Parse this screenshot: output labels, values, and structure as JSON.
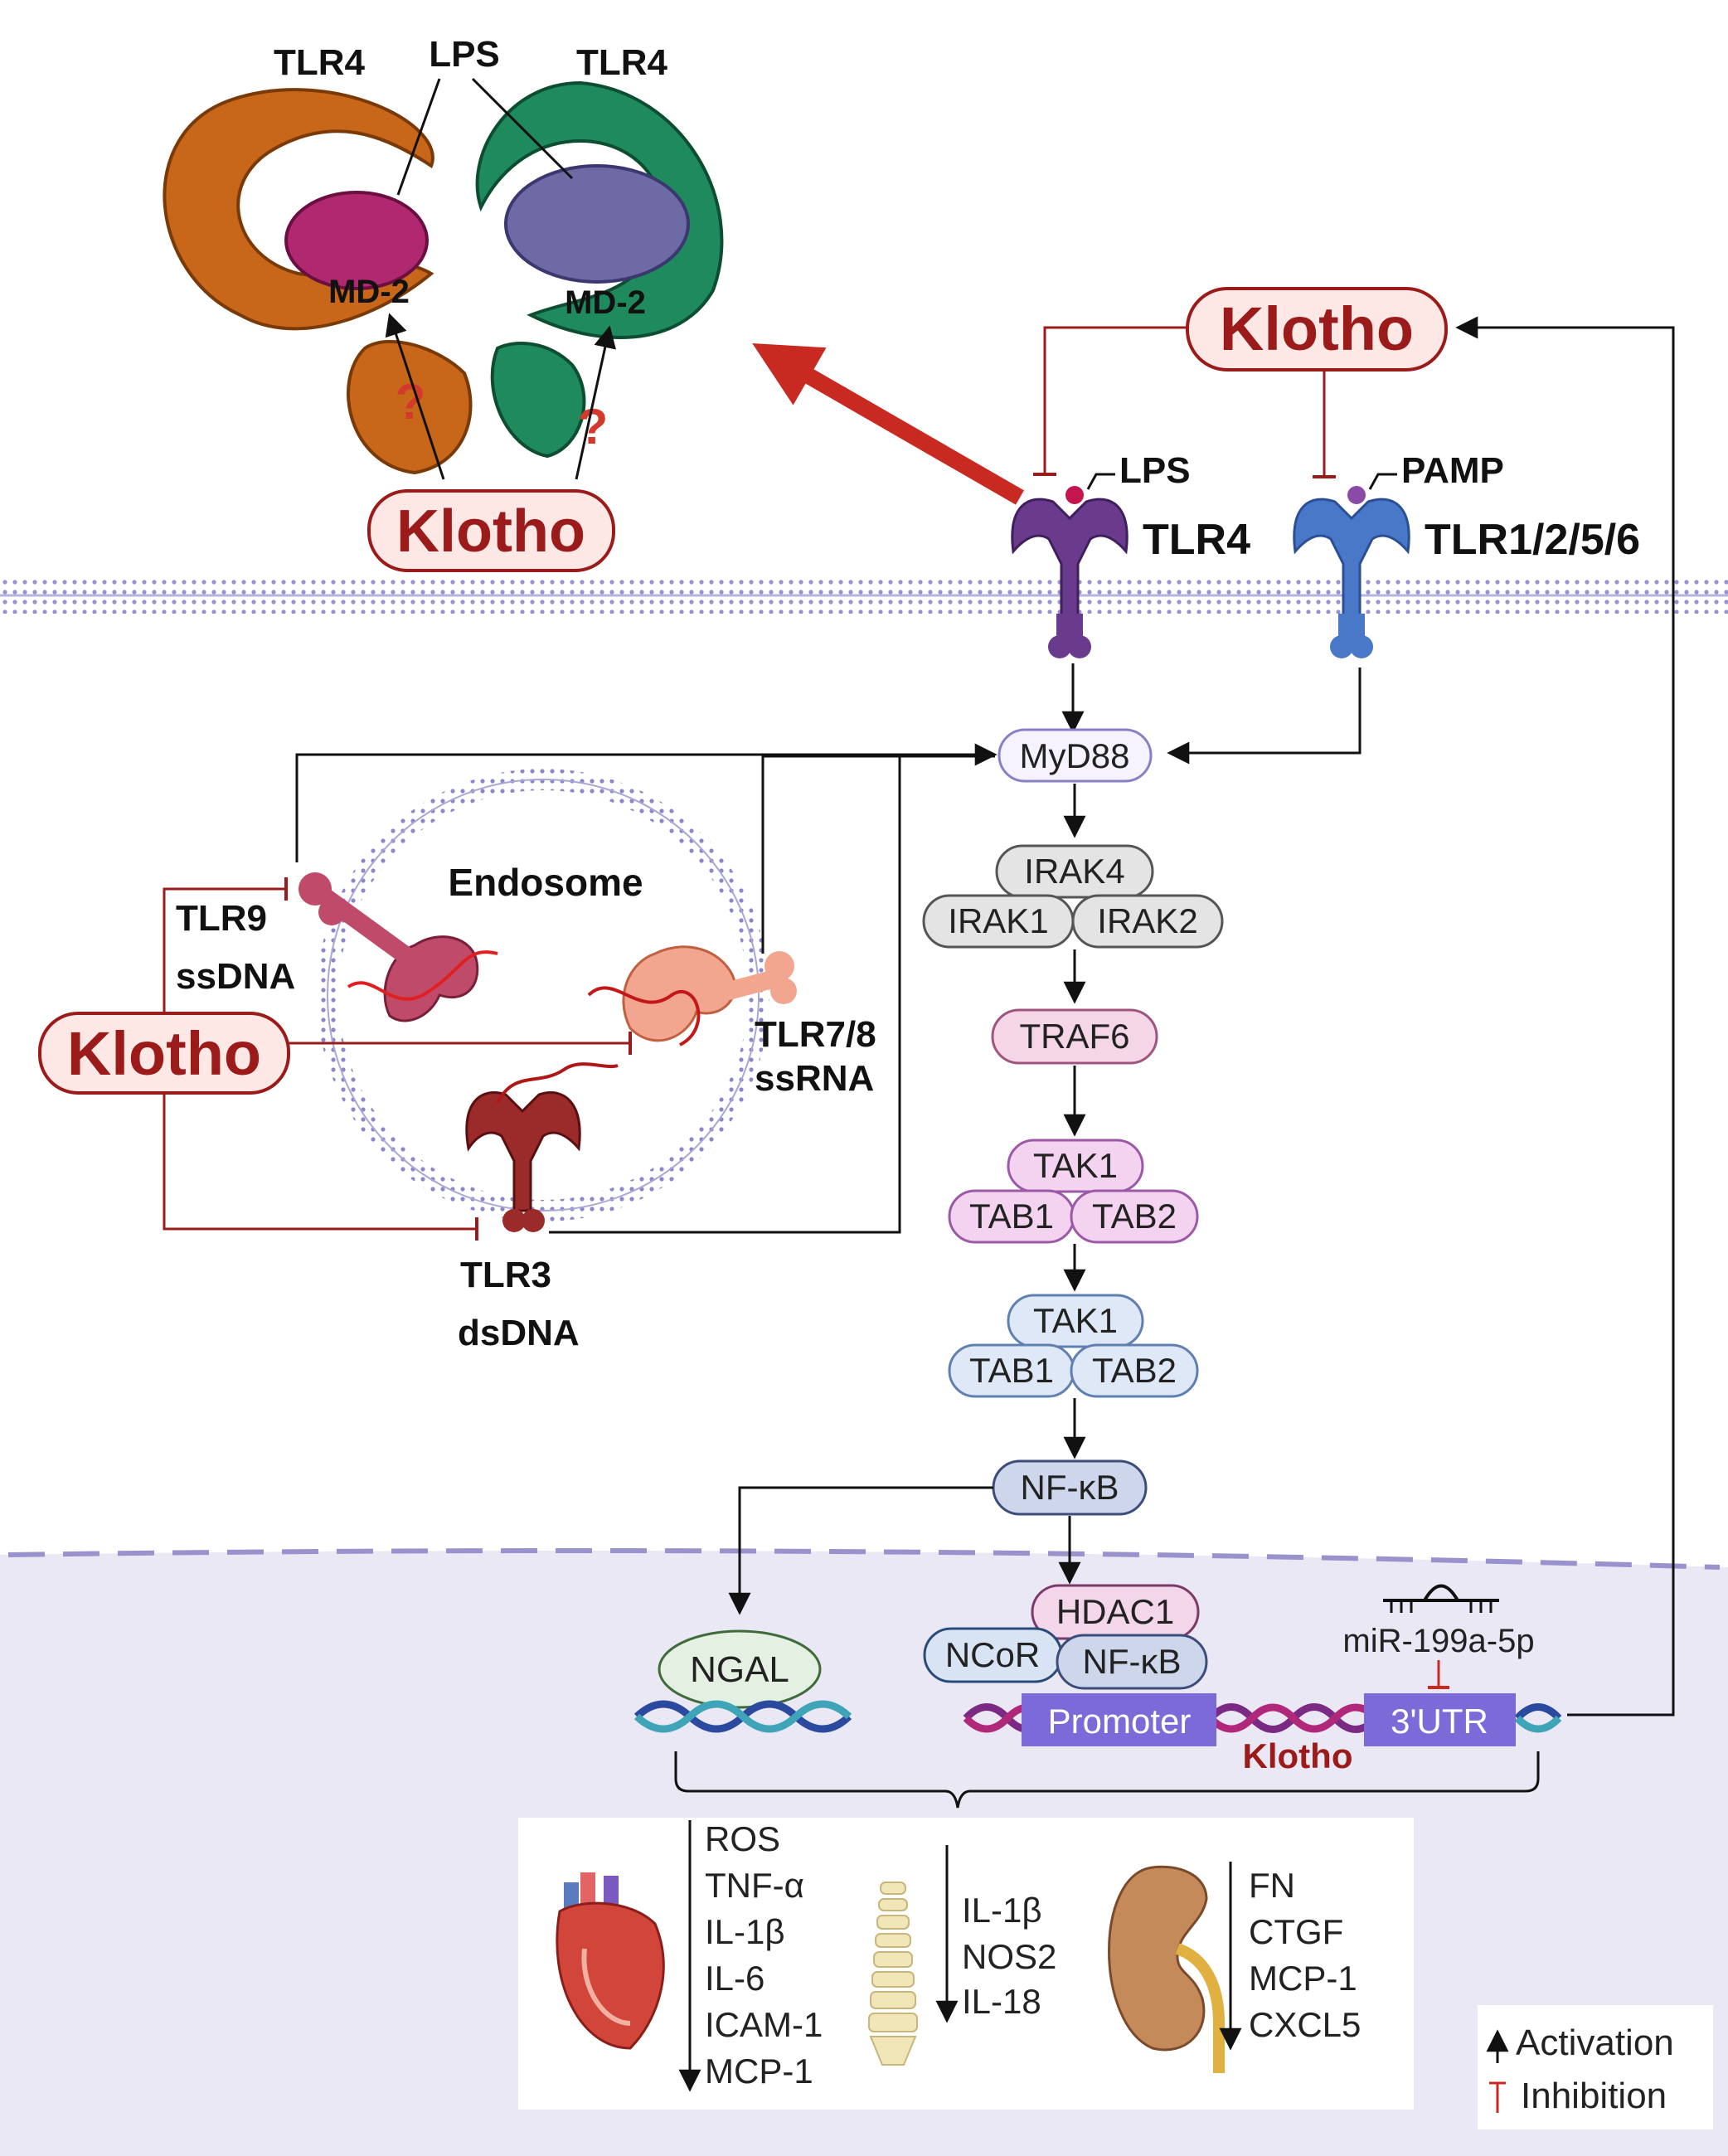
{
  "top_structure": {
    "tlr4_left": "TLR4",
    "lps": "LPS",
    "tlr4_right": "TLR4",
    "md2_left": "MD-2",
    "md2_right": "MD-2",
    "question": "?",
    "klotho": "Klotho"
  },
  "membrane_receptors": {
    "klotho": "Klotho",
    "lps": "LPS",
    "pamp": "PAMP",
    "tlr4": "TLR4",
    "tlr1256": "TLR1/2/5/6"
  },
  "endosome": {
    "title": "Endosome",
    "klotho": "Klotho",
    "tlr9": "TLR9",
    "ssdna": "ssDNA",
    "tlr78": "TLR7/8",
    "ssrna": "ssRNA",
    "tlr3": "TLR3",
    "dsdna": "dsDNA"
  },
  "pathway": {
    "myd88": "MyD88",
    "irak4": "IRAK4",
    "irak1": "IRAK1",
    "irak2": "IRAK2",
    "traf6": "TRAF6",
    "tak1_a": "TAK1",
    "tab1_a": "TAB1",
    "tab2_a": "TAB2",
    "tak1_b": "TAK1",
    "tab1_b": "TAB1",
    "tab2_b": "TAB2",
    "nfkb": "NF-κB"
  },
  "nucleus": {
    "ngal": "NGAL",
    "hdac1": "HDAC1",
    "ncor": "NCoR",
    "nfkb": "NF-κB",
    "mirna": "miR-199a-5p",
    "promoter": "Promoter",
    "utr": "3'UTR",
    "klotho_gene": "Klotho"
  },
  "outcomes": {
    "heart": [
      "ROS",
      "TNF-α",
      "IL-1β",
      "IL-6",
      "ICAM-1",
      "MCP-1"
    ],
    "spine": [
      "IL-1β",
      "NOS2",
      "IL-18"
    ],
    "kidney": [
      "FN",
      "CTGF",
      "MCP-1",
      "CXCL5"
    ]
  },
  "legend": {
    "activation": "Activation",
    "inhibition": "Inhibition"
  },
  "colors": {
    "klotho_red": "#9b1b1b",
    "klotho_fill": "#fde8e6",
    "tlr4_purple": "#6a3a8c",
    "tlr_blue": "#4a78c8",
    "nucleus_bg": "#ebe8f5",
    "membrane": "#8c87c8",
    "promoter_box": "#7b6ad8"
  }
}
